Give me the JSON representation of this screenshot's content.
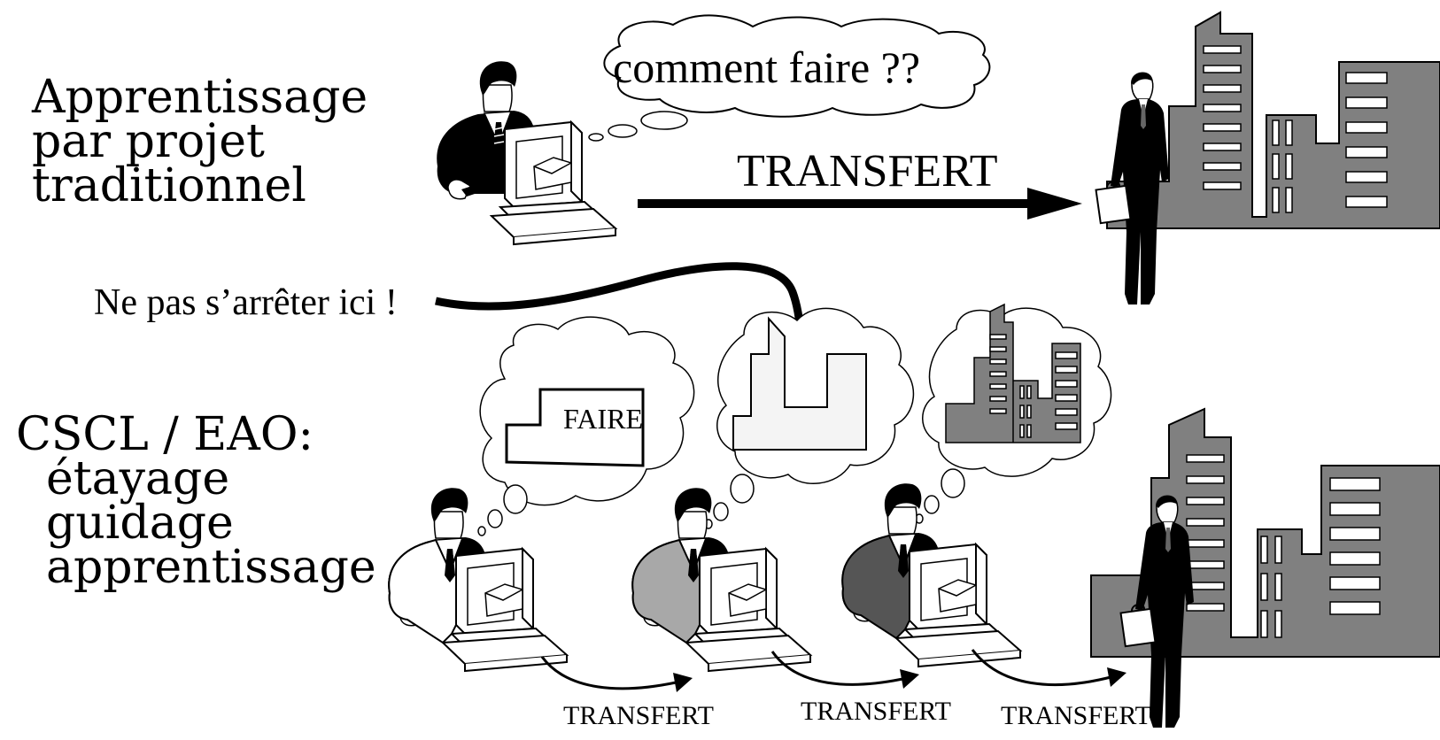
{
  "top": {
    "heading_lines": [
      "Apprentissage",
      "par projet",
      "traditionnel"
    ],
    "thought_text": "comment faire ??",
    "transfer_label": "TRANSFERT"
  },
  "callout": {
    "text": "Ne pas s’arrêter ici !"
  },
  "bottom": {
    "heading_lines": [
      "CSCL / EAO:",
      "étayage",
      "guidage",
      "apprentissage"
    ],
    "first_thought_text": "FAIRE",
    "transfer_labels": [
      "TRANSFERT",
      "TRANSFERT",
      "TRANSFERT"
    ]
  },
  "colors": {
    "ink": "#000000",
    "building_grey": "#808080",
    "light_fill": "#f4f4f4",
    "shirt_light": "#ffffff",
    "shirt_mid": "#a8a8a8",
    "shirt_dark": "#555555"
  },
  "icons": [
    "businessman-at-computer-icon",
    "businessman-with-briefcase-icon",
    "city-buildings-icon",
    "thought-cloud-icon",
    "curved-arrow-icon"
  ]
}
